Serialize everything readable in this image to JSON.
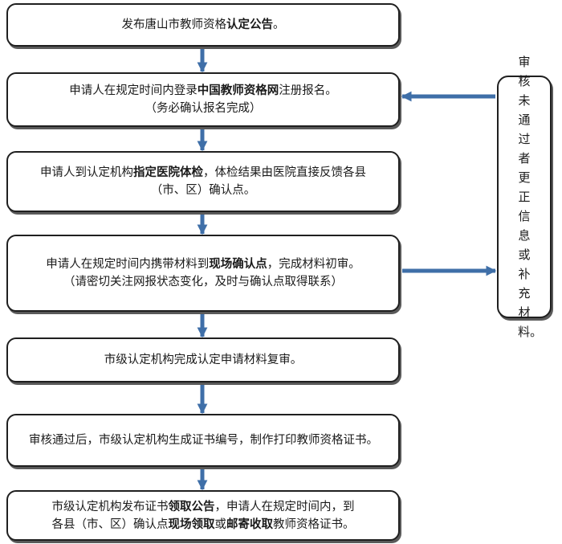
{
  "steps": [
    {
      "segments": [
        {
          "text": "发布唐山市教师资格",
          "bold": false
        },
        {
          "text": "认定公告",
          "bold": true
        },
        {
          "text": "。",
          "bold": false
        }
      ]
    },
    {
      "segments": [
        {
          "text": "申请人在规定时间内登录",
          "bold": false
        },
        {
          "text": "中国教师资格网",
          "bold": true
        },
        {
          "text": "注册报名。",
          "bold": false
        }
      ],
      "note": "（务必确认报名完成）"
    },
    {
      "segments": [
        {
          "text": "申请人到认定机构",
          "bold": false
        },
        {
          "text": "指定医院体检",
          "bold": true
        },
        {
          "text": "，体检结果由医院直接反馈各县",
          "bold": false
        }
      ],
      "note": "（市、区）确认点。"
    },
    {
      "segments": [
        {
          "text": "申请人在规定时间内携带材料到",
          "bold": false
        },
        {
          "text": "现场确认点",
          "bold": true
        },
        {
          "text": "，完成材料初审。",
          "bold": false
        }
      ],
      "note": "（请密切关注网报状态变化，及时与确认点取得联系）"
    },
    {
      "segments": [
        {
          "text": "市级认定机构完成认定申请材料复审。",
          "bold": false
        }
      ]
    },
    {
      "segments": [
        {
          "text": "审核通过后，市级认定机构生成证书编号，制作打印教师资格证书。",
          "bold": false
        }
      ]
    },
    {
      "segments": [
        {
          "text": "市级认定机构发布证书",
          "bold": false
        },
        {
          "text": "领取公告",
          "bold": true
        },
        {
          "text": "，申请人在规定时间内，到",
          "bold": false
        }
      ],
      "segments2": [
        {
          "text": "各县（市、区）确认点",
          "bold": false
        },
        {
          "text": "现场领取",
          "bold": true
        },
        {
          "text": "或",
          "bold": false
        },
        {
          "text": "邮寄收取",
          "bold": true
        },
        {
          "text": "教师资格证书。",
          "bold": false
        }
      ]
    }
  ],
  "side_note": "审核未通过者更正信息或补充材料。",
  "colors": {
    "arrow": "#3f6fa8",
    "border": "#1f1f1f"
  }
}
